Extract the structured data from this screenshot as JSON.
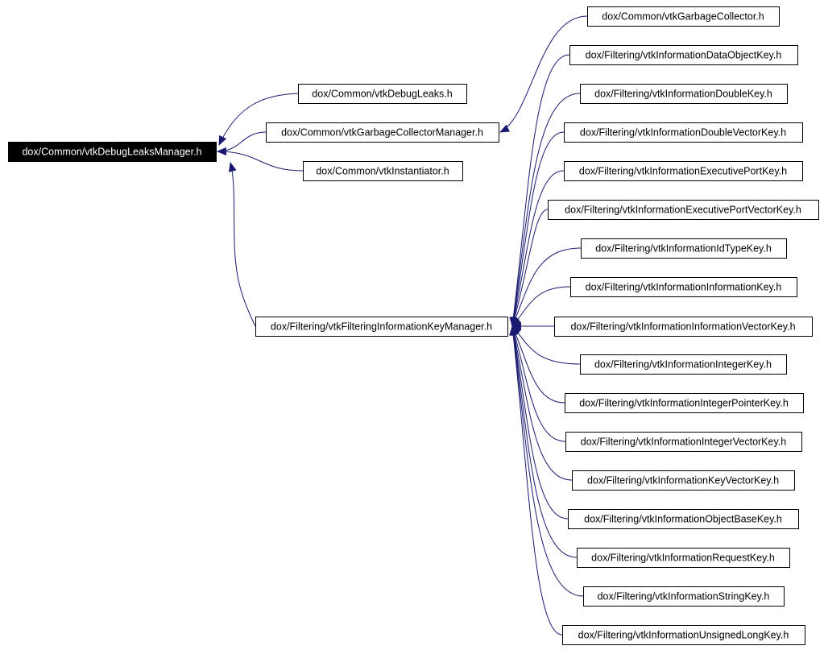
{
  "colors": {
    "edge": "#191970",
    "root_fill": "#000000",
    "root_text": "#ffffff",
    "node_border": "#000000"
  },
  "nodes": [
    {
      "id": "n0",
      "label": "dox/Common/vtkDebugLeaksManager.h",
      "root": true
    },
    {
      "id": "n1",
      "label": "dox/Common/vtkDebugLeaks.h"
    },
    {
      "id": "n2",
      "label": "dox/Common/vtkGarbageCollectorManager.h"
    },
    {
      "id": "n3",
      "label": "dox/Common/vtkInstantiator.h"
    },
    {
      "id": "n4",
      "label": "dox/Filtering/vtkFilteringInformationKeyManager.h"
    },
    {
      "id": "n5",
      "label": "dox/Common/vtkGarbageCollector.h"
    },
    {
      "id": "n6",
      "label": "dox/Filtering/vtkInformationDataObjectKey.h"
    },
    {
      "id": "n7",
      "label": "dox/Filtering/vtkInformationDoubleKey.h"
    },
    {
      "id": "n8",
      "label": "dox/Filtering/vtkInformationDoubleVectorKey.h"
    },
    {
      "id": "n9",
      "label": "dox/Filtering/vtkInformationExecutivePortKey.h"
    },
    {
      "id": "n10",
      "label": "dox/Filtering/vtkInformationExecutivePortVectorKey.h"
    },
    {
      "id": "n11",
      "label": "dox/Filtering/vtkInformationIdTypeKey.h"
    },
    {
      "id": "n12",
      "label": "dox/Filtering/vtkInformationInformationKey.h"
    },
    {
      "id": "n13",
      "label": "dox/Filtering/vtkInformationInformationVectorKey.h"
    },
    {
      "id": "n14",
      "label": "dox/Filtering/vtkInformationIntegerKey.h"
    },
    {
      "id": "n15",
      "label": "dox/Filtering/vtkInformationIntegerPointerKey.h"
    },
    {
      "id": "n16",
      "label": "dox/Filtering/vtkInformationIntegerVectorKey.h"
    },
    {
      "id": "n17",
      "label": "dox/Filtering/vtkInformationKeyVectorKey.h"
    },
    {
      "id": "n18",
      "label": "dox/Filtering/vtkInformationObjectBaseKey.h"
    },
    {
      "id": "n19",
      "label": "dox/Filtering/vtkInformationRequestKey.h"
    },
    {
      "id": "n20",
      "label": "dox/Filtering/vtkInformationStringKey.h"
    },
    {
      "id": "n21",
      "label": "dox/Filtering/vtkInformationUnsignedLongKey.h"
    }
  ],
  "edges": [
    {
      "from": "n1",
      "to": "n0"
    },
    {
      "from": "n2",
      "to": "n0"
    },
    {
      "from": "n3",
      "to": "n0"
    },
    {
      "from": "n4",
      "to": "n0"
    },
    {
      "from": "n5",
      "to": "n2"
    },
    {
      "from": "n6",
      "to": "n4"
    },
    {
      "from": "n7",
      "to": "n4"
    },
    {
      "from": "n8",
      "to": "n4"
    },
    {
      "from": "n9",
      "to": "n4"
    },
    {
      "from": "n10",
      "to": "n4"
    },
    {
      "from": "n11",
      "to": "n4"
    },
    {
      "from": "n12",
      "to": "n4"
    },
    {
      "from": "n13",
      "to": "n4"
    },
    {
      "from": "n14",
      "to": "n4"
    },
    {
      "from": "n15",
      "to": "n4"
    },
    {
      "from": "n16",
      "to": "n4"
    },
    {
      "from": "n17",
      "to": "n4"
    },
    {
      "from": "n18",
      "to": "n4"
    },
    {
      "from": "n19",
      "to": "n4"
    },
    {
      "from": "n20",
      "to": "n4"
    },
    {
      "from": "n21",
      "to": "n4"
    }
  ]
}
